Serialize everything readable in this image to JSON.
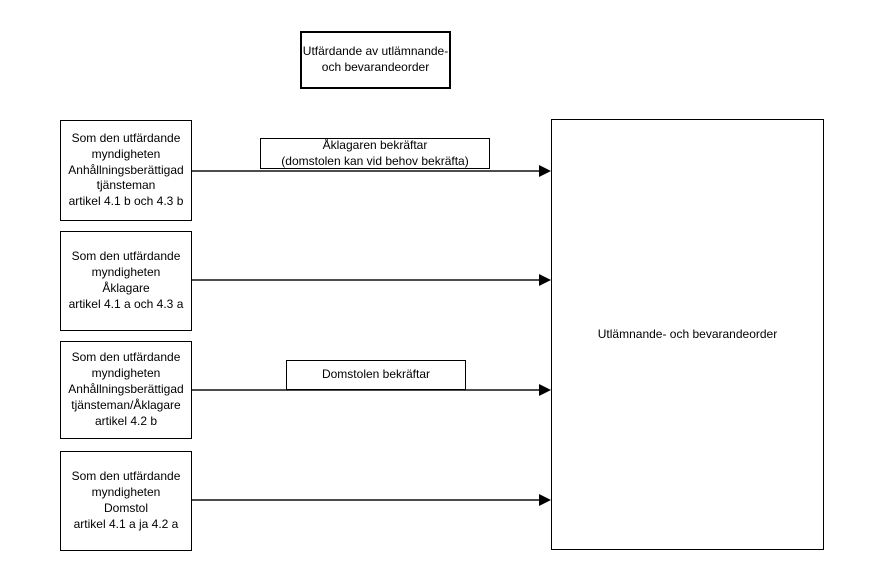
{
  "diagram": {
    "top_box": {
      "lines": [
        "Utfärdande av utlämnande-",
        "och bevarandeorder"
      ]
    },
    "source_boxes": [
      {
        "lines": [
          "Som den utfärdande",
          "myndigheten",
          "Anhållningsberättigad",
          "tjänsteman",
          "artikel 4.1 b och 4.3 b"
        ]
      },
      {
        "lines": [
          "Som den utfärdande",
          "myndigheten",
          "Åklagare",
          "artikel 4.1 a och 4.3 a"
        ]
      },
      {
        "lines": [
          "Som den utfärdande",
          "myndigheten",
          "Anhållningsberättigad",
          "tjänsteman/Åklagare",
          "artikel 4.2 b"
        ]
      },
      {
        "lines": [
          "Som den utfärdande",
          "myndigheten",
          "Domstol",
          "artikel 4.1 a ja 4.2 a"
        ]
      }
    ],
    "confirm_boxes": [
      {
        "lines": [
          "Åklagaren bekräftar",
          "(domstolen kan vid behov bekräfta)"
        ]
      },
      {
        "lines": [
          "Domstolen bekräftar"
        ]
      }
    ],
    "target_box": {
      "text": "Utlämnande- och bevarandeorder"
    },
    "colors": {
      "box_border": "#000000",
      "text": "#000000",
      "arrow_line": "#4d4d4d",
      "arrow_head": "#000000",
      "background": "#ffffff"
    }
  }
}
